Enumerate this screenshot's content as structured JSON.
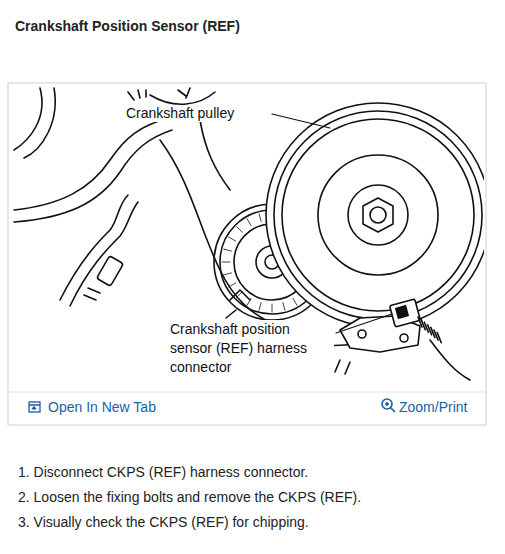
{
  "diagram": {
    "title": "Crankshaft Position Sensor (REF)",
    "labels": [
      "Crankshaft pulley",
      "Crankshaft position sensor (REF) harness connector",
      "Open In New Tab",
      "Zoom/Print",
      "1. Disconnect CKPS (REF) harness connector.",
      "2. Loosen the fixing bolts and remove the CKPS (REF).",
      "3. Visually check the CKPS (REF) for chipping."
    ]
  }
}
